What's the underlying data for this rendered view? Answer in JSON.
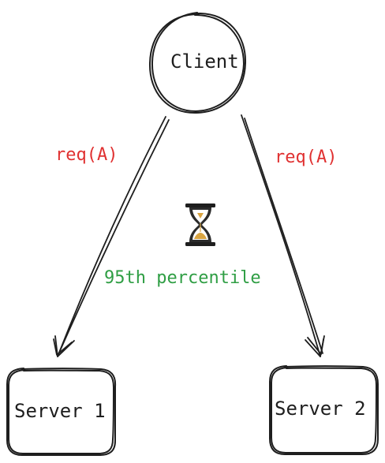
{
  "nodes": {
    "client": "Client",
    "server1": "Server 1",
    "server2": "Server 2"
  },
  "edges": {
    "left_label": "req(A)",
    "right_label": "req(A)"
  },
  "center": {
    "label": "95th percentile",
    "icon": "hourglass-icon"
  },
  "colors": {
    "stroke": "#1e1e1e",
    "request": "#e03131",
    "percentile": "#2f9e44"
  }
}
